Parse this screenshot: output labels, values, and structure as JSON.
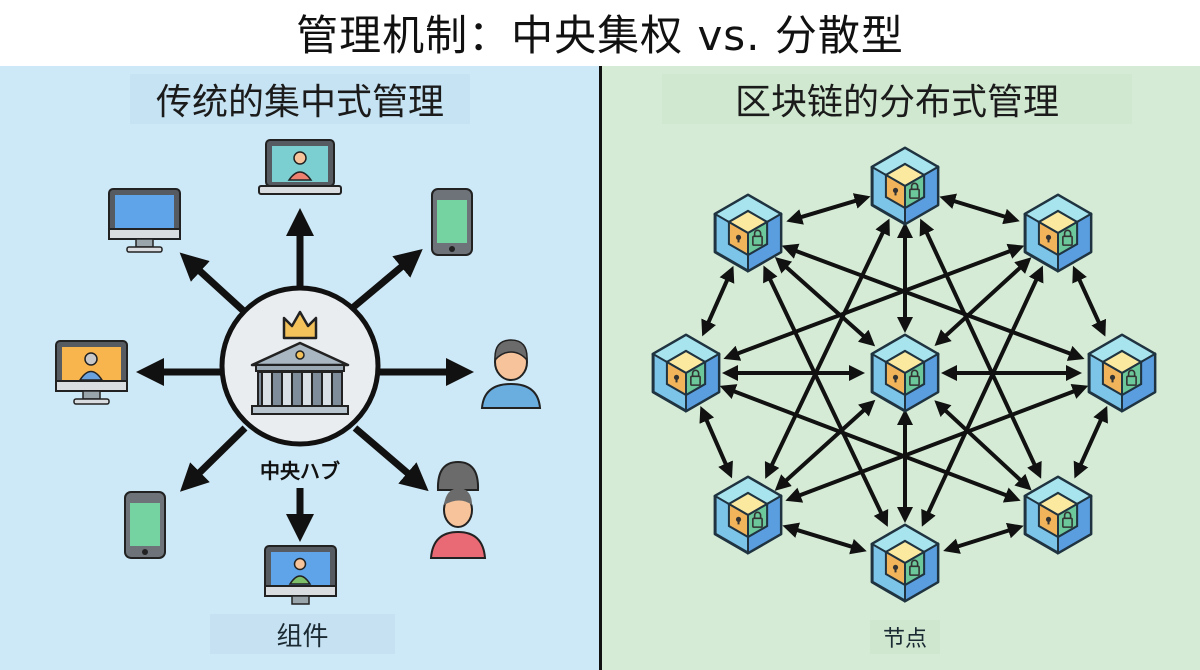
{
  "title": "管理机制：中央集权 vs. 分散型",
  "left_panel": {
    "subtitle": "传统的集中式管理",
    "hub_label": "中央ハブ",
    "hub_icon": "bank-building-with-crown-icon",
    "caption": "组件",
    "spokes": [
      {
        "name": "laptop",
        "icon": "laptop-user-icon"
      },
      {
        "name": "smartphone-top-right",
        "icon": "smartphone-icon"
      },
      {
        "name": "user-male",
        "icon": "user-male-icon"
      },
      {
        "name": "user-female",
        "icon": "user-female-icon"
      },
      {
        "name": "desktop-bottom",
        "icon": "desktop-user-icon"
      },
      {
        "name": "smartphone-bottom-left",
        "icon": "smartphone-icon"
      },
      {
        "name": "desktop-left",
        "icon": "desktop-user-icon"
      },
      {
        "name": "desktop-top-left",
        "icon": "desktop-icon"
      }
    ]
  },
  "right_panel": {
    "subtitle": "区块链的分布式管理",
    "caption": "节点",
    "node_count": 9,
    "node_icon": "blockchain-cube-lock-icon"
  },
  "colors": {
    "left_bg": "#cde8f6",
    "right_bg": "#d5ebd5",
    "arrow": "#111111",
    "cube_outer": "#7cc4e8",
    "cube_inner_top": "#fbe9a0",
    "cube_left_face": "#f2b45a",
    "cube_right_face": "#6cc79a"
  }
}
